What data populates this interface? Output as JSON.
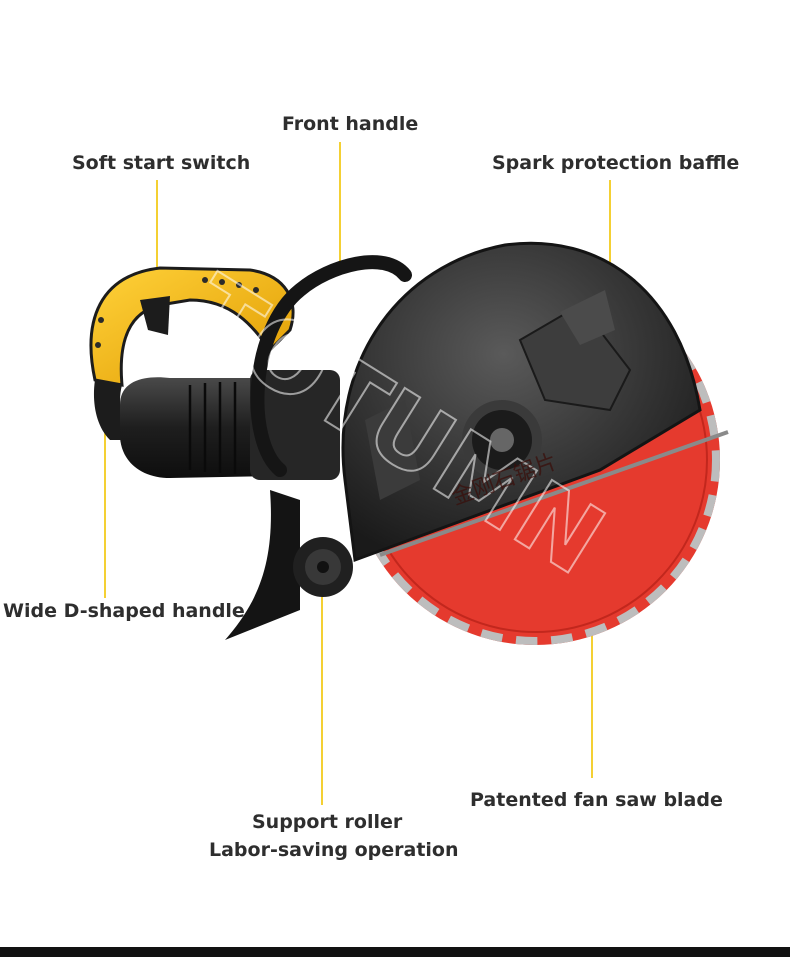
{
  "callouts": {
    "front_handle": "Front handle",
    "soft_start_switch": "Soft start switch",
    "spark_protection_baffle": "Spark protection baffle",
    "wide_d_handle": "Wide D-shaped handle",
    "fan_saw_blade": "Patented fan saw blade",
    "support_roller": "Support roller",
    "labor_saving": "Labor-saving operation"
  },
  "watermark": "TOTUMN",
  "blade_print": "金刚石锯片",
  "colors": {
    "leader_line": "#f2c400",
    "handle_yellow": "#f4b400",
    "blade_red": "#e53a2e",
    "guard_dark": "#2a2a2a",
    "text": "#2e2e2e"
  }
}
